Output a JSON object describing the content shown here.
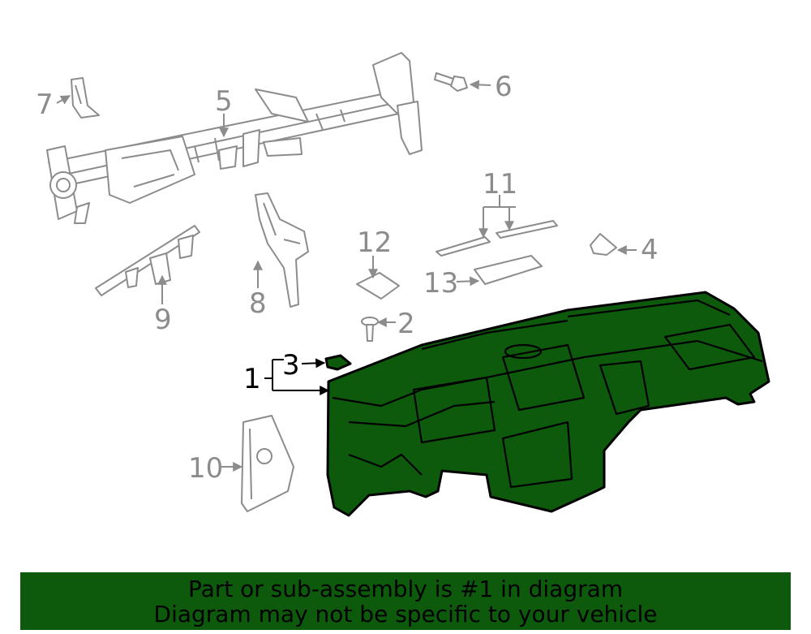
{
  "callouts": {
    "c1": "1",
    "c2": "2",
    "c3": "3",
    "c4": "4",
    "c5": "5",
    "c6": "6",
    "c7": "7",
    "c8": "8",
    "c9": "9",
    "c10": "10",
    "c11": "11",
    "c12": "12",
    "c13": "13"
  },
  "highlight": {
    "part": "1",
    "color": "#0d5a0d"
  },
  "banner": {
    "line1": "Part or sub-assembly is #1 in diagram",
    "line2": "Diagram may not be specific to your vehicle"
  }
}
